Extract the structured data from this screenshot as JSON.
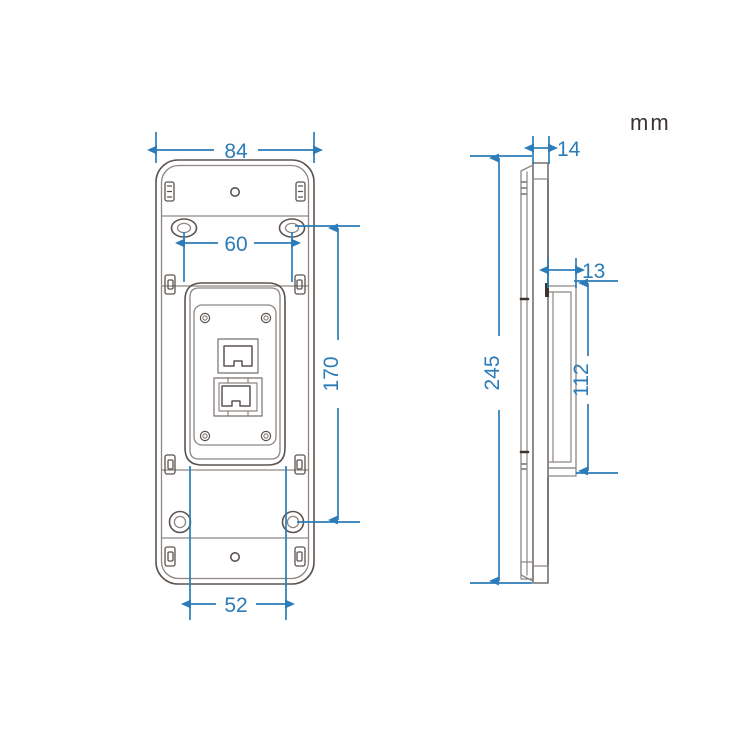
{
  "drawing": {
    "title": "Device mounting bracket dimension drawing",
    "unit_label": "mm",
    "unit_label_color": "#3a3330",
    "dimension_color": "#2b7cb8",
    "outline_color": "#5b5350",
    "outline_light_color": "#8d8683",
    "background_color": "#ffffff",
    "views": [
      {
        "name": "rear-view",
        "label": ""
      },
      {
        "name": "side-view",
        "label": ""
      }
    ]
  },
  "dimensions": {
    "rear": [
      {
        "id": "width-84",
        "value": "84",
        "orientation": "horizontal",
        "location": "top"
      },
      {
        "id": "holes-60",
        "value": "60",
        "orientation": "horizontal",
        "location": "upper-inner"
      },
      {
        "id": "height-170",
        "value": "170",
        "orientation": "vertical",
        "location": "right"
      },
      {
        "id": "holes-52",
        "value": "52",
        "orientation": "horizontal",
        "location": "bottom"
      }
    ],
    "side": [
      {
        "id": "depth-14",
        "value": "14",
        "orientation": "horizontal",
        "location": "top"
      },
      {
        "id": "depth-13",
        "value": "13",
        "orientation": "horizontal",
        "location": "middle"
      },
      {
        "id": "height-245",
        "value": "245",
        "orientation": "vertical",
        "location": "left"
      },
      {
        "id": "height-112",
        "value": "112",
        "orientation": "vertical",
        "location": "right"
      }
    ]
  },
  "features": {
    "rj45_ports": [
      {
        "id": "rj45-upper",
        "type": "unshielded"
      },
      {
        "id": "rj45-lower",
        "type": "shielded"
      }
    ],
    "screw_bosses": 4,
    "keyhole_slots": 2,
    "vent_holes": 2,
    "side_clips": 8
  }
}
